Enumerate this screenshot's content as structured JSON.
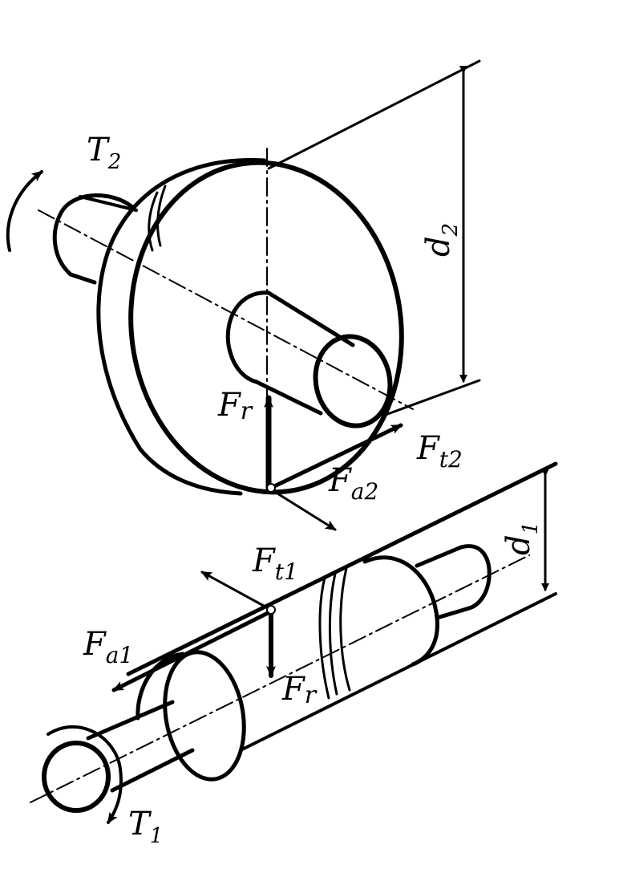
{
  "diagram": {
    "labels": {
      "T2": {
        "base": "T",
        "sub": "2"
      },
      "d2": {
        "base": "d",
        "sub": "2"
      },
      "Fr_top": {
        "base": "F",
        "sub": "r"
      },
      "Ft2": {
        "base": "F",
        "sub": "t2"
      },
      "Fa2": {
        "base": "F",
        "sub": "a2"
      },
      "d1": {
        "base": "d",
        "sub": "1"
      },
      "Ft1": {
        "base": "F",
        "sub": "t1"
      },
      "Fa1": {
        "base": "F",
        "sub": "a1"
      },
      "Fr_bottom": {
        "base": "F",
        "sub": "r"
      },
      "T1": {
        "base": "T",
        "sub": "1"
      }
    },
    "colors": {
      "ink": "#000000",
      "paper": "#ffffff"
    }
  }
}
